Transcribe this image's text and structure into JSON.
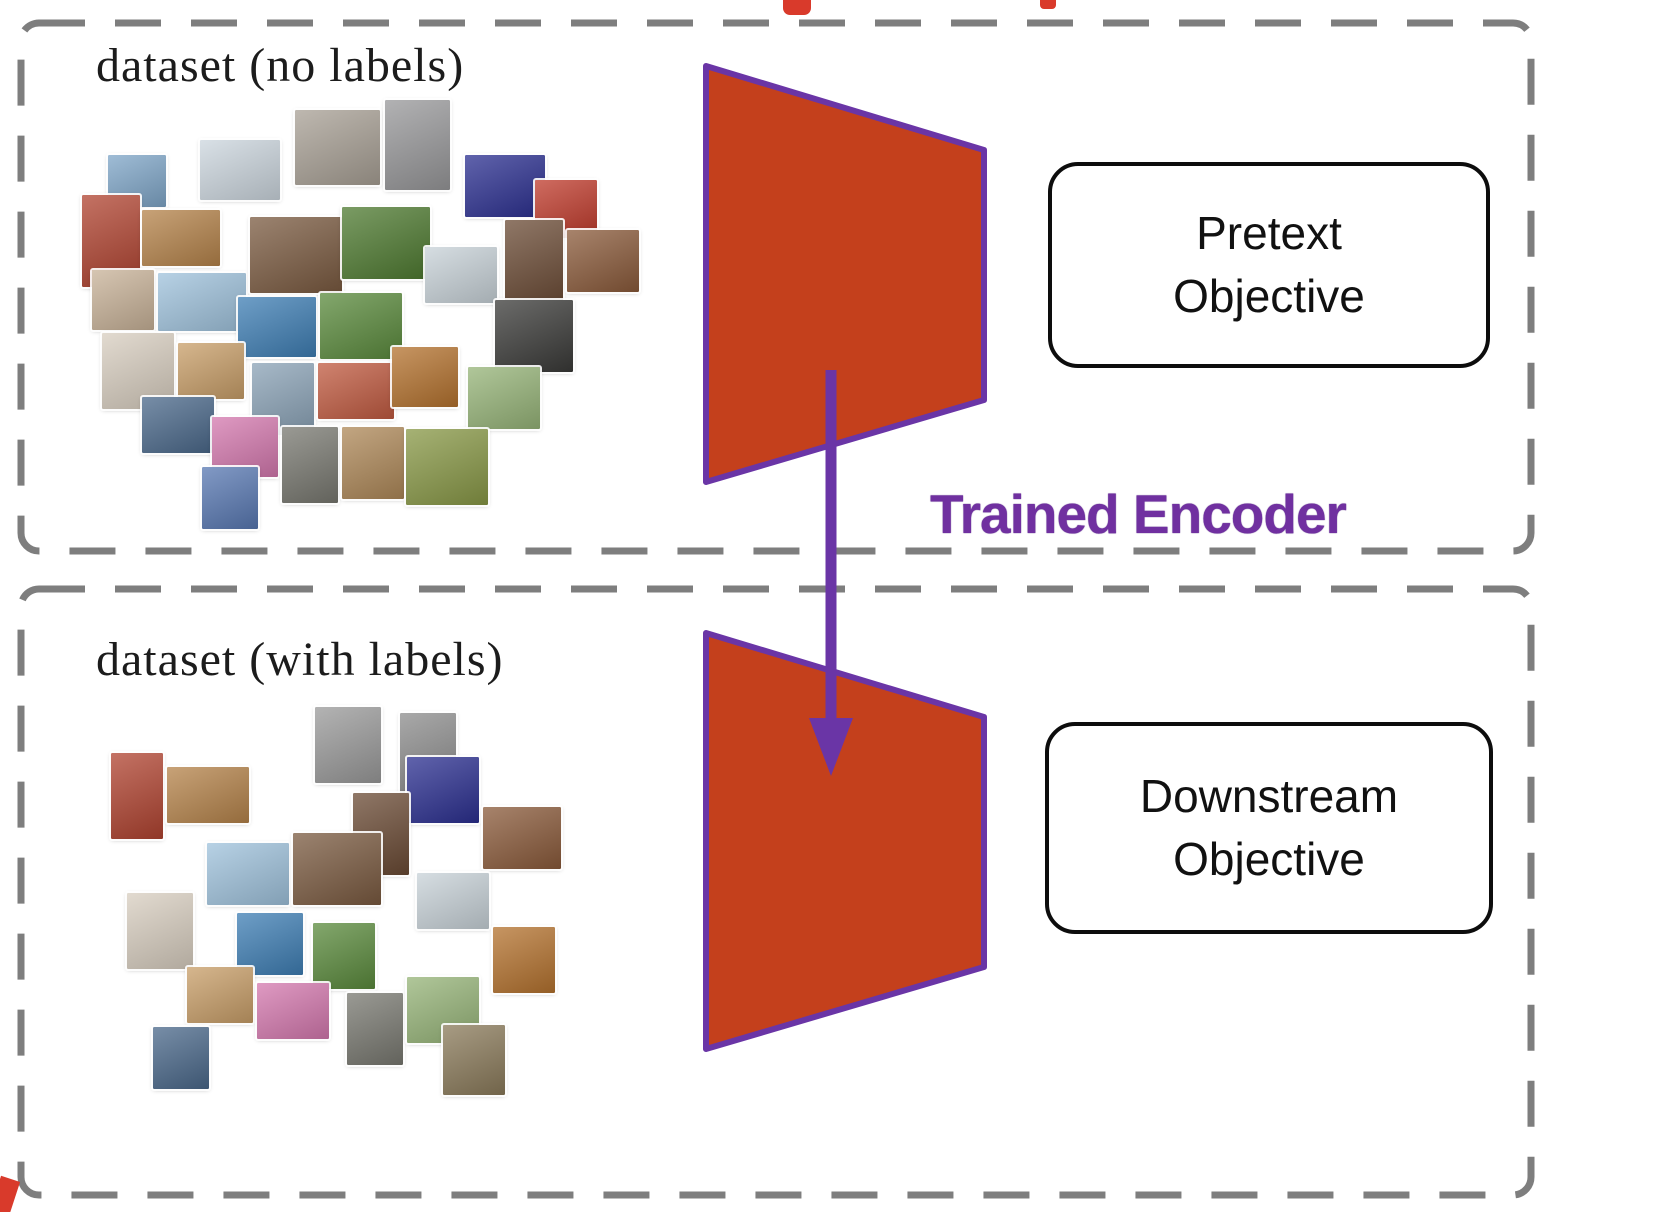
{
  "labels": {
    "top_dataset": "dataset (no labels)",
    "bottom_dataset": "dataset (with labels)",
    "pretext": "Pretext Objective",
    "downstream": "Downstream Objective",
    "trained_encoder": "Trained Encoder"
  },
  "colors": {
    "panel_border": "#7E7E7E",
    "encoder_fill": "#C4401C",
    "encoder_stroke": "#6A35A6",
    "arrow": "#6A35A6",
    "trained_encoder_text": "#7030A0",
    "box_border": "#0D0D0D",
    "artifact": "#D93A2B"
  },
  "collages": {
    "top": {
      "tiles": [
        [
          215,
          15,
          85,
          75,
          "#a8a095"
        ],
        [
          305,
          5,
          65,
          90,
          "#98989a"
        ],
        [
          120,
          45,
          80,
          60,
          "#ccd6de"
        ],
        [
          28,
          60,
          58,
          52,
          "#7fa6c8"
        ],
        [
          385,
          60,
          80,
          62,
          "#2b2f90"
        ],
        [
          455,
          85,
          62,
          58,
          "#bf3a2b"
        ],
        [
          2,
          100,
          58,
          92,
          "#b04330"
        ],
        [
          62,
          115,
          78,
          56,
          "#b5834a"
        ],
        [
          425,
          125,
          58,
          88,
          "#6a4a34"
        ],
        [
          487,
          135,
          72,
          62,
          "#8a5a3a"
        ],
        [
          12,
          175,
          62,
          60,
          "#c8b298"
        ],
        [
          78,
          178,
          88,
          58,
          "#9fc2dc"
        ],
        [
          170,
          122,
          92,
          76,
          "#7a5a40"
        ],
        [
          262,
          112,
          88,
          72,
          "#4e7a30"
        ],
        [
          345,
          152,
          72,
          56,
          "#c8d2d8"
        ],
        [
          158,
          202,
          78,
          60,
          "#3e7eb4"
        ],
        [
          240,
          198,
          82,
          66,
          "#5a8a3c"
        ],
        [
          415,
          205,
          78,
          72,
          "#3a3a38"
        ],
        [
          22,
          238,
          72,
          76,
          "#d8cec0"
        ],
        [
          98,
          248,
          66,
          56,
          "#c89e68"
        ],
        [
          172,
          268,
          62,
          72,
          "#8aa2b6"
        ],
        [
          238,
          268,
          76,
          56,
          "#c05a40"
        ],
        [
          312,
          252,
          66,
          60,
          "#b4722e"
        ],
        [
          388,
          272,
          72,
          62,
          "#96b478"
        ],
        [
          62,
          302,
          72,
          56,
          "#4a688a"
        ],
        [
          132,
          322,
          66,
          60,
          "#d478ae"
        ],
        [
          202,
          332,
          56,
          76,
          "#787870"
        ],
        [
          262,
          332,
          62,
          72,
          "#ae8858"
        ],
        [
          326,
          334,
          82,
          76,
          "#889846"
        ],
        [
          122,
          372,
          56,
          62,
          "#5878b2"
        ]
      ]
    },
    "bottom": {
      "tiles": [
        [
          220,
          12,
          66,
          76,
          "#9a9a9a"
        ],
        [
          305,
          18,
          56,
          82,
          "#8c8c8c"
        ],
        [
          16,
          58,
          52,
          86,
          "#b04330"
        ],
        [
          72,
          72,
          82,
          56,
          "#b5834a"
        ],
        [
          312,
          62,
          72,
          66,
          "#2b2f90"
        ],
        [
          258,
          98,
          56,
          82,
          "#6a4a34"
        ],
        [
          388,
          112,
          78,
          62,
          "#8a5a3a"
        ],
        [
          112,
          148,
          82,
          62,
          "#9fc2dc"
        ],
        [
          198,
          138,
          88,
          72,
          "#7a5a40"
        ],
        [
          322,
          178,
          72,
          56,
          "#c8d2d8"
        ],
        [
          32,
          198,
          66,
          76,
          "#d8cec0"
        ],
        [
          142,
          218,
          66,
          62,
          "#3e7eb4"
        ],
        [
          218,
          228,
          62,
          66,
          "#5a8a3c"
        ],
        [
          398,
          232,
          62,
          66,
          "#b4722e"
        ],
        [
          92,
          272,
          66,
          56,
          "#c89e68"
        ],
        [
          162,
          288,
          72,
          56,
          "#d478ae"
        ],
        [
          252,
          298,
          56,
          72,
          "#787870"
        ],
        [
          312,
          282,
          72,
          66,
          "#96b478"
        ],
        [
          58,
          332,
          56,
          62,
          "#4a688a"
        ],
        [
          348,
          330,
          62,
          70,
          "#8a7a5a"
        ]
      ]
    }
  }
}
